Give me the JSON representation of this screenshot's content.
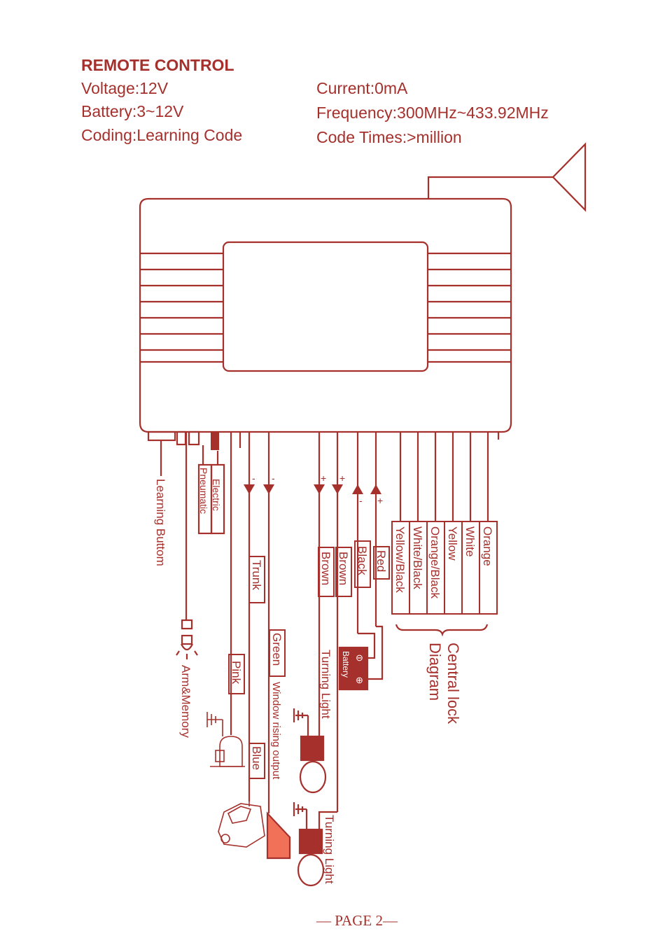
{
  "header": {
    "title": "REMOTE CONTROL",
    "voltage": "Voltage:12V",
    "battery": "Battery:3~12V",
    "coding": "Coding:Learning Code",
    "current": "Current:0mA",
    "frequency": "Frequency:300MHz~433.92MHz",
    "code_times": "Code Times:>million"
  },
  "wires": {
    "learning_button": "Learning Buttom",
    "arm_memory": "Arm&Memory",
    "electric": "Electric",
    "pneumatic": "Pneumatic",
    "pink": "Pink",
    "trunk": "Trunk",
    "blue": "Blue",
    "green": "Green",
    "window_output": "Window rising output",
    "brown1": "Brown",
    "brown2": "Brown",
    "turning_light1": "Turning Light",
    "turning_light2": "Turning Light",
    "black": "Black",
    "red": "Red",
    "battery": "Battery",
    "minus": "-",
    "plus": "+",
    "minus_sym": "⊖",
    "plus_sym": "⊕"
  },
  "central_lock": {
    "wires": [
      "Yellow/Black",
      "White/Black",
      "Orange/Black",
      "Yellow",
      "White",
      "Orange"
    ],
    "title_line1": "Central lock",
    "title_line2": "Diagram"
  },
  "footer": {
    "page": "— PAGE 2—"
  },
  "colors": {
    "primary": "#a5302c",
    "fill": "#f07058"
  }
}
